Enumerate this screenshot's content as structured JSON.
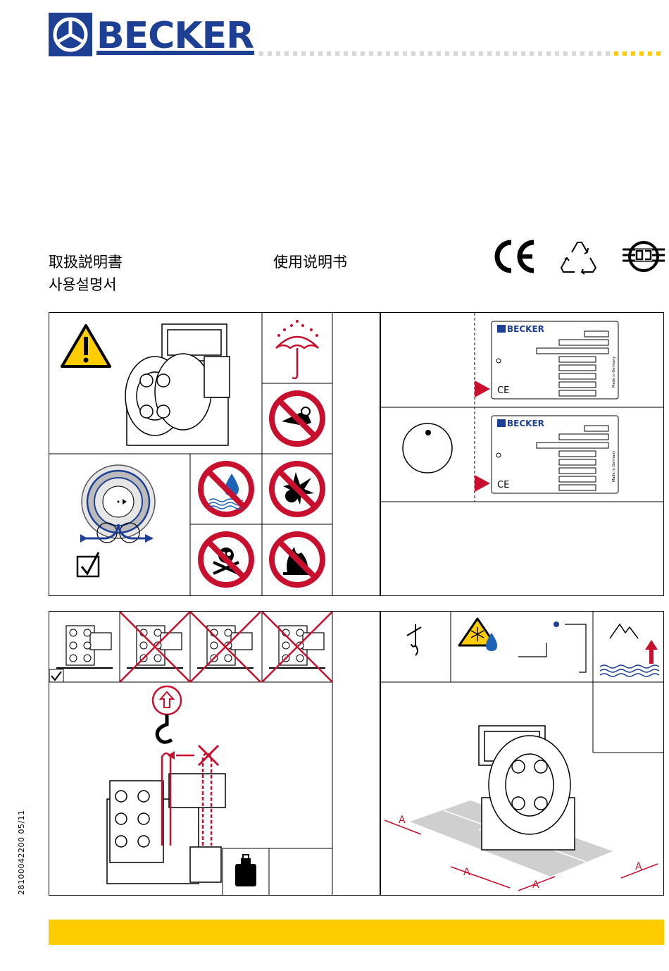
{
  "header": {
    "logo_text": "BECKER",
    "dot_grey": "#d6d6d6",
    "dot_yellow": "#ffcc00",
    "brand_blue": "#1d3f94"
  },
  "titles": {
    "japanese": "取扱説明書",
    "chinese": "使用说明书",
    "korean": "사용설명서"
  },
  "certifications": [
    {
      "name": "ce-mark-icon"
    },
    {
      "name": "recycling-icon"
    },
    {
      "name": "dqs-certification-icon"
    }
  ],
  "nameplates": [
    {
      "brand": "BECKER",
      "made_in": "Made in Germany",
      "mark": "CE"
    },
    {
      "brand": "BECKER",
      "made_in": "Made in Germany",
      "mark": "CE"
    }
  ],
  "installation": {
    "clearance_label": "A"
  },
  "footer": {
    "document_number": "28100042200   05/11",
    "bar_color": "#ffcc00"
  }
}
